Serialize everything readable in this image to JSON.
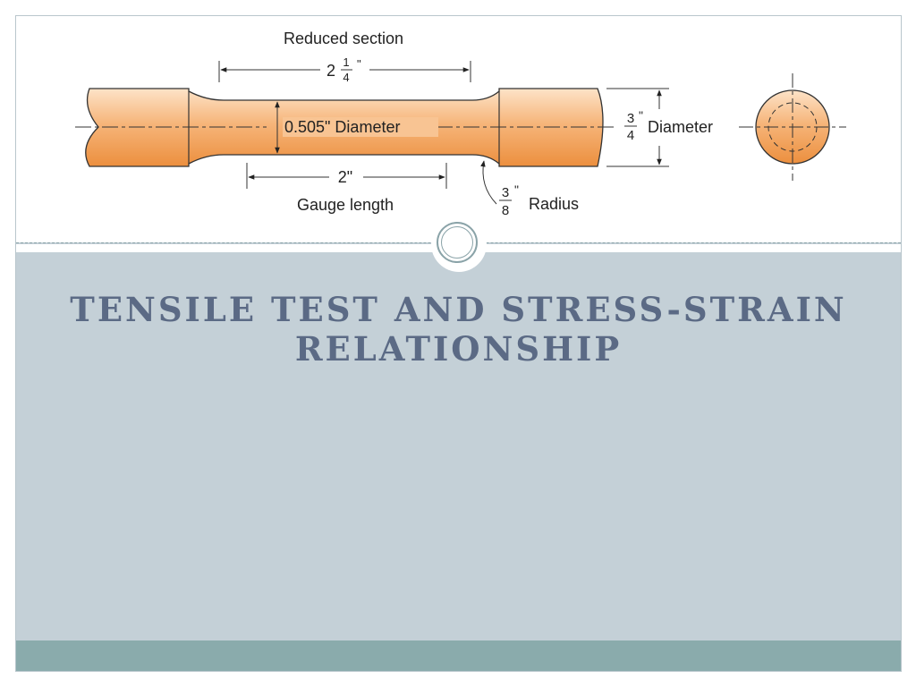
{
  "diagram": {
    "reduced_section_label": "Reduced section",
    "reduced_length_whole": "2",
    "reduced_length_num": "1",
    "reduced_length_den": "4",
    "reduced_length_unit": "\"",
    "reduced_diameter_label": "0.505\" Diameter",
    "gauge_length_value": "2\"",
    "gauge_length_label": "Gauge length",
    "end_diameter_num": "3",
    "end_diameter_den": "4",
    "end_diameter_unit": "\"",
    "end_diameter_label": "Diameter",
    "radius_num": "3",
    "radius_den": "8",
    "radius_unit": "\"",
    "radius_label": "Radius",
    "specimen_color": "#f4a866"
  },
  "slide": {
    "title": "TENSILE TEST AND STRESS-STRAIN RELATIONSHIP",
    "title_color": "#5b6a85",
    "background_color": "#c4d0d7",
    "footer_color": "#8aabac"
  }
}
